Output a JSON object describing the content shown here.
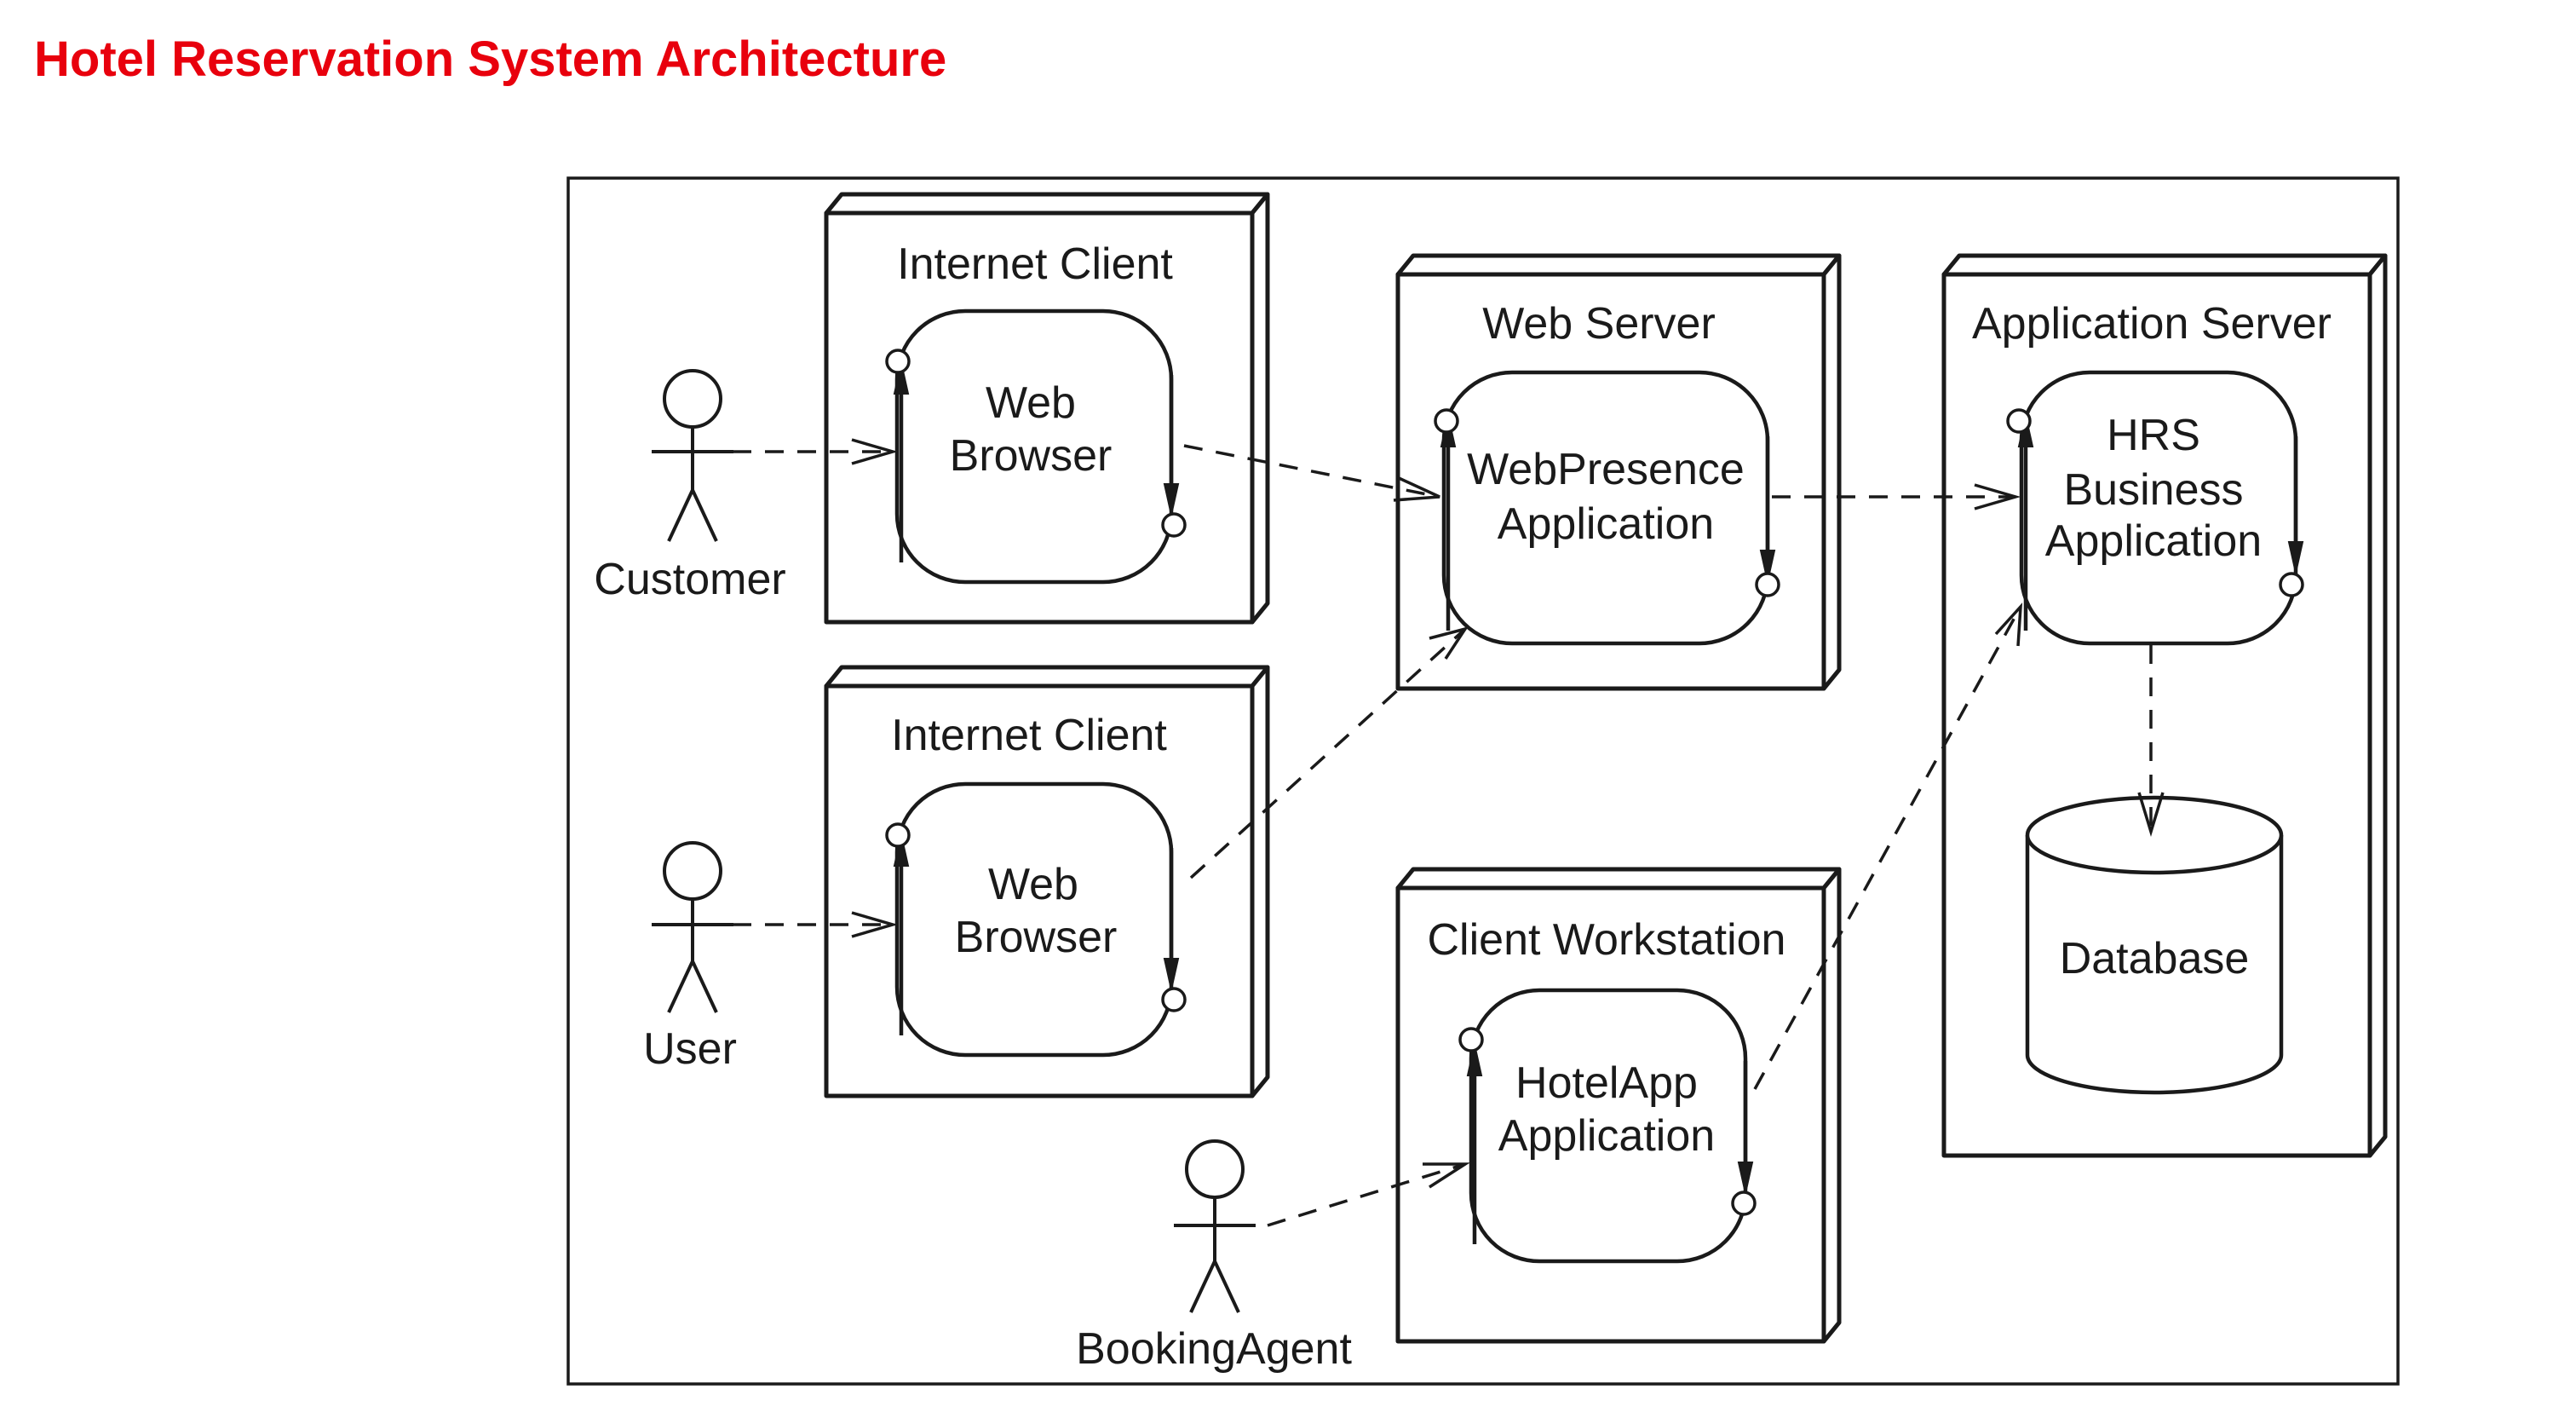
{
  "title": "Hotel Reservation System Architecture",
  "colors": {
    "title": "#e8000d",
    "line": "#1a1a1a",
    "background": "#ffffff"
  },
  "nodes": {
    "internet_client_1": "Internet Client",
    "internet_client_2": "Internet Client",
    "web_server": "Web Server",
    "application_server": "Application Server",
    "client_workstation": "Client Workstation"
  },
  "components": {
    "web_browser_1": [
      "Web",
      "Browser"
    ],
    "web_browser_2": [
      "Web",
      "Browser"
    ],
    "webpresence_app": [
      "WebPresence",
      "Application"
    ],
    "hrs_business_app": [
      "HRS",
      "Business",
      "Application"
    ],
    "hotelapp_app": [
      "HotelApp",
      "Application"
    ],
    "database": "Database"
  },
  "actors": {
    "customer": "Customer",
    "user": "User",
    "booking_agent": "BookingAgent"
  }
}
